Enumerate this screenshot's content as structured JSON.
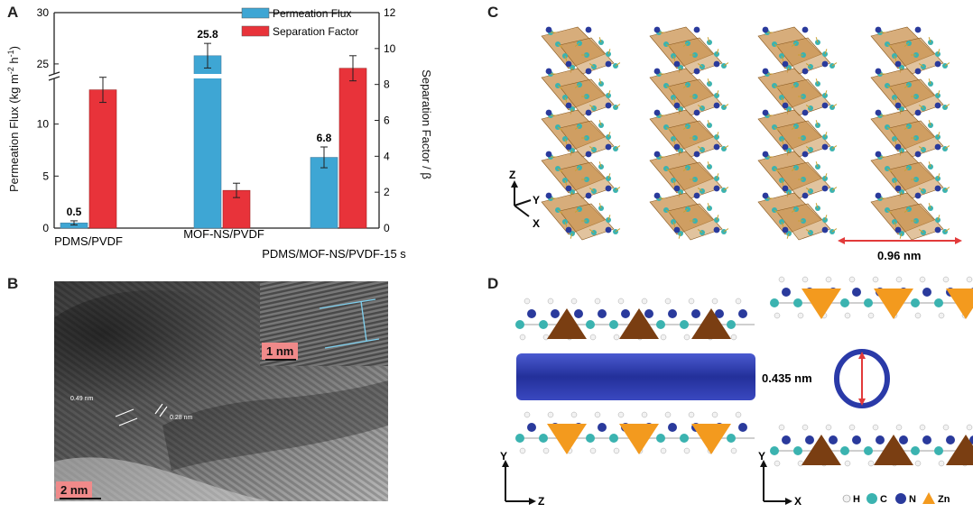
{
  "panels": {
    "a": "A",
    "b": "B",
    "c": "C",
    "d": "D"
  },
  "panel_a": {
    "ylabel_left": "Permeation Flux (kg m",
    "ylabel_left_sup1": "-2",
    "ylabel_left_mid": " h",
    "ylabel_left_sup2": "-1",
    "ylabel_left_end": ")",
    "ylabel_right": "Separation Factor / β",
    "legend": [
      "Permeation Flux",
      "Separation Factor"
    ]
  },
  "chart_data": {
    "type": "bar",
    "categories": [
      "PDMS/PVDF",
      "MOF-NS/PVDF",
      "PDMS/MOF-NS/PVDF-15 s"
    ],
    "series": [
      {
        "name": "Permeation Flux",
        "axis": "left",
        "color": "#3ea6d4",
        "values": [
          0.5,
          25.8,
          6.8
        ],
        "errors": [
          0.2,
          1.2,
          1.0
        ],
        "labels": [
          "0.5",
          "25.8",
          "6.8"
        ]
      },
      {
        "name": "Separation Factor",
        "axis": "right",
        "color": "#e8333a",
        "values": [
          7.7,
          2.1,
          8.9
        ],
        "errors": [
          0.7,
          0.4,
          0.7
        ]
      }
    ],
    "left_axis": {
      "ticks_lower": [
        "0",
        "5",
        "10"
      ],
      "ticks_upper": [
        "25",
        "30"
      ],
      "broken": true
    },
    "right_axis": {
      "ylim": [
        0,
        12
      ],
      "ticks": [
        "0",
        "2",
        "4",
        "6",
        "8",
        "10",
        "12"
      ]
    }
  },
  "panel_b": {
    "inset_scale": "1 nm",
    "main_scale": "2 nm",
    "spacing1": "0.49 nm",
    "spacing2": "0.28 nm"
  },
  "panel_c": {
    "axes": {
      "z": "Z",
      "y": "Y",
      "x": "X"
    },
    "distance": "0.96 nm",
    "colors": {
      "poly": "#c9914f",
      "c": "#3bb3b0",
      "n": "#2a3a9c",
      "h": "#eeeeee"
    }
  },
  "panel_d": {
    "pore": "0.435 nm",
    "axes_left": {
      "y": "Y",
      "z": "Z"
    },
    "axes_right": {
      "y": "Y",
      "x": "X"
    },
    "legend": [
      {
        "label": "H",
        "color": "#f2f2f2"
      },
      {
        "label": "C",
        "color": "#3bb3b0"
      },
      {
        "label": "N",
        "color": "#2a3a9c"
      },
      {
        "label": "Zn",
        "color": "#f39a1e"
      }
    ]
  }
}
